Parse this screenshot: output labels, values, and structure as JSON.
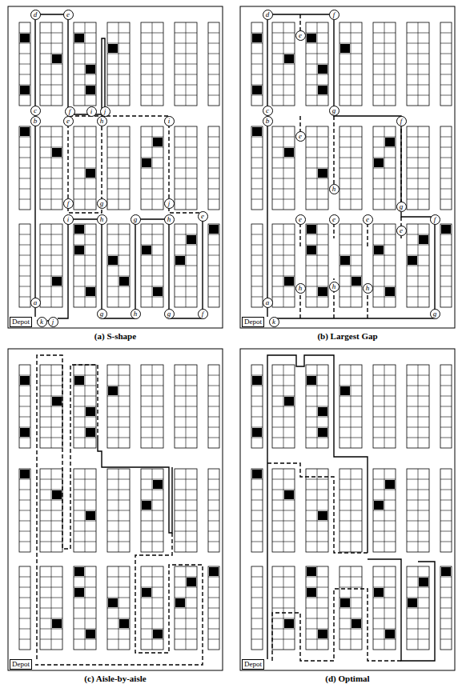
{
  "diagram": {
    "nodes": [
      {
        "text": [
          "d"
        ]
      },
      {
        "text": [
          "e"
        ]
      },
      {
        "text": [
          "c"
        ]
      },
      {
        "text": [
          "f"
        ]
      },
      {
        "text": [
          "i"
        ]
      },
      {
        "text": [
          "j"
        ]
      },
      {
        "text": [
          "b"
        ]
      },
      {
        "text": [
          "e"
        ]
      },
      {
        "text": [
          "h"
        ]
      },
      {
        "text": [
          "i"
        ]
      },
      {
        "text": [
          "f"
        ]
      },
      {
        "text": [
          "g"
        ]
      },
      {
        "text": [
          "j"
        ]
      },
      {
        "text": [
          "i"
        ]
      },
      {
        "text": [
          "h"
        ]
      },
      {
        "text": [
          "g"
        ]
      },
      {
        "text": [
          "h"
        ]
      },
      {
        "text": [
          "e"
        ]
      },
      {
        "text": [
          "a"
        ]
      },
      {
        "text": [
          "g"
        ]
      },
      {
        "text": [
          "h"
        ]
      },
      {
        "text": [
          "g"
        ]
      },
      {
        "text": [
          "f"
        ]
      },
      {
        "text": [
          "k"
        ]
      },
      {
        "text": [
          "j"
        ]
      },
      {
        "text": [
          "Depot"
        ]
      },
      {
        "text": [
          "d"
        ]
      },
      {
        "text": [
          "f"
        ]
      },
      {
        "text": [
          "e"
        ]
      },
      {
        "text": [
          "c"
        ]
      },
      {
        "text": [
          "g"
        ]
      },
      {
        "text": [
          "b"
        ]
      },
      {
        "text": [
          "e"
        ]
      },
      {
        "text": [
          "f"
        ]
      },
      {
        "text": [
          "h"
        ]
      },
      {
        "text": [
          "g"
        ]
      },
      {
        "text": [
          "e"
        ]
      },
      {
        "text": [
          "e"
        ]
      },
      {
        "text": [
          "e"
        ]
      },
      {
        "text": [
          "e"
        ]
      },
      {
        "text": [
          "f"
        ]
      },
      {
        "text": [
          "h"
        ]
      },
      {
        "text": [
          "h"
        ]
      },
      {
        "text": [
          "h"
        ]
      },
      {
        "text": [
          "g"
        ]
      },
      {
        "text": [
          "a"
        ]
      },
      {
        "text": [
          "k"
        ]
      },
      {
        "text": [
          "Depot"
        ]
      },
      {
        "text": [
          "Depot"
        ]
      },
      {
        "text": [
          "Depot"
        ]
      }
    ],
    "labels": [
      "(a) S-shape",
      "(b) Largest Gap",
      "(c) Aisle-by-aisle",
      "(d) Optimal"
    ]
  }
}
